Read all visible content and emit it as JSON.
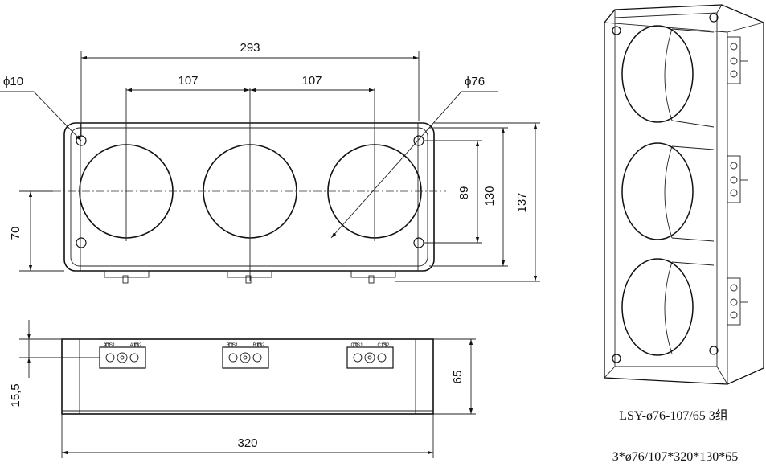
{
  "front_view": {
    "overall_width": "293",
    "pitch_left": "107",
    "pitch_right": "107",
    "hole_small": "ϕ10",
    "hole_large": "ϕ76",
    "height_70": "70",
    "height_89": "89",
    "height_130": "130",
    "height_137": "137"
  },
  "bottom_view": {
    "overall_length": "320",
    "height_65": "65",
    "offset_15_5": "15,5",
    "terminals": [
      {
        "left": "A1S1",
        "right": "A1S2"
      },
      {
        "left": "B1S1",
        "right": "B1S2"
      },
      {
        "left": "C1S1",
        "right": "C1S2"
      }
    ]
  },
  "caption": {
    "model": "LSY-ø76-107/65 3组",
    "spec": "3*ø76/107*320*130*65"
  }
}
